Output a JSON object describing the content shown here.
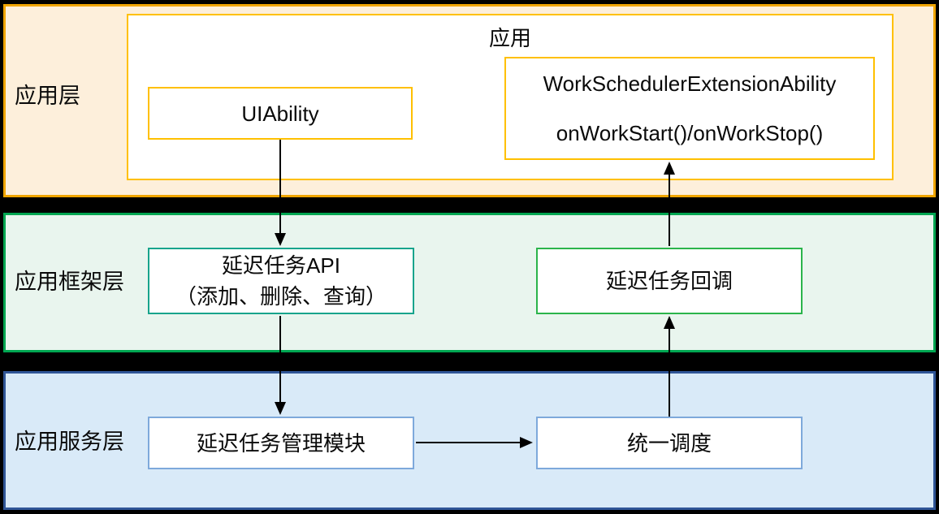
{
  "layers": {
    "application": {
      "label": "应用层"
    },
    "framework": {
      "label": "应用框架层"
    },
    "service": {
      "label": "应用服务层"
    }
  },
  "boxes": {
    "application": {
      "label": "应用"
    },
    "uiability": {
      "label": "UIAbility"
    },
    "work_scheduler": {
      "line1": "WorkSchedulerExtensionAbility",
      "line2": "onWorkStart()/onWorkStop()"
    },
    "task_api": {
      "line1": "延迟任务API",
      "line2": "（添加、删除、查询）"
    },
    "task_callback": {
      "label": "延迟任务回调"
    },
    "task_manager": {
      "label": "延迟任务管理模块"
    },
    "unified_scheduling": {
      "label": "统一调度"
    }
  },
  "colors": {
    "canvas_bg": "#000000",
    "layer_app_border": "#F0A500",
    "layer_app_fill": "#FDEFDB",
    "inner_gold_border": "#FFC000",
    "layer_framework_border": "#00A651",
    "layer_framework_fill": "#E9F5EE",
    "api_box_border": "#18A48C",
    "callback_box_border": "#2BB44B",
    "layer_service_border": "#2F5597",
    "layer_service_fill": "#D9EAF8",
    "service_box_border": "#7EA9DB",
    "arrow_color": "#000000",
    "text_color": "#0A0A0A",
    "box_fill": "#FFFFFF"
  }
}
